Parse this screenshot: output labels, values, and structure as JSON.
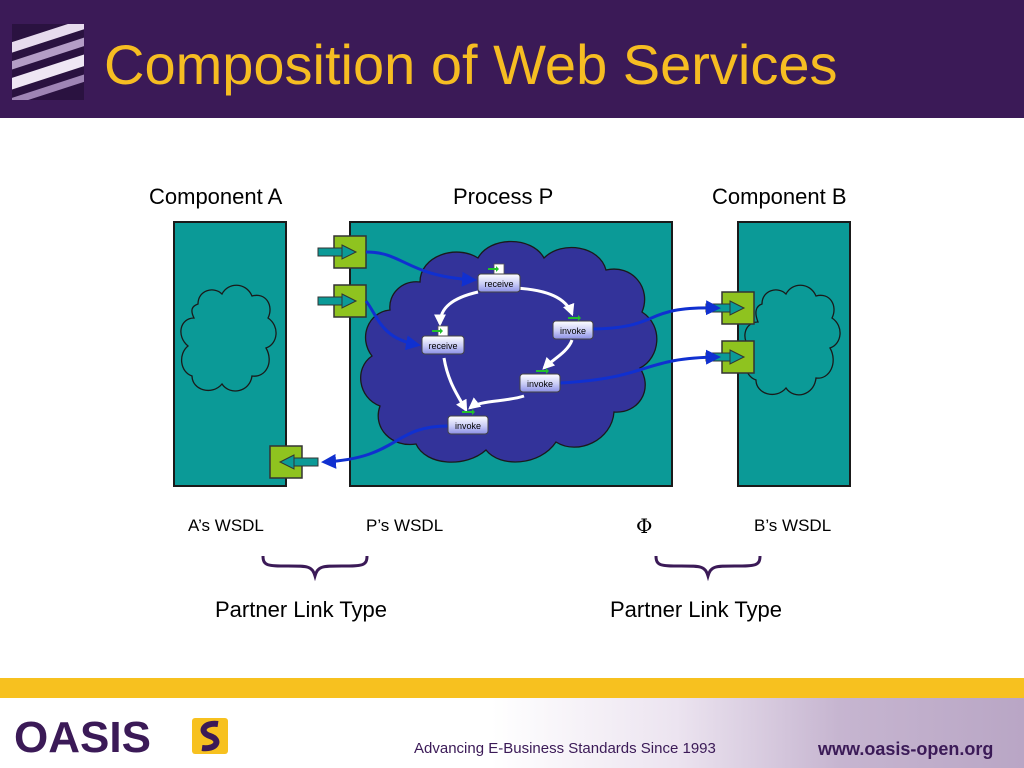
{
  "slide": {
    "title": "Composition of Web Services"
  },
  "diagram": {
    "component_a_label": "Component A",
    "process_p_label": "Process P",
    "component_b_label": "Component B",
    "activities": {
      "receive_1": "receive",
      "invoke_1": "invoke",
      "receive_2": "receive",
      "invoke_2": "invoke",
      "invoke_3": "invoke"
    },
    "wsdl_labels": {
      "a": "A’s WSDL",
      "p": "P’s WSDL",
      "phi": "Φ",
      "b": "B’s WSDL"
    },
    "partner_link_left": "Partner Link Type",
    "partner_link_right": "Partner Link Type"
  },
  "footer": {
    "logo_text": "OASIS",
    "tagline": "Advancing E-Business Standards Since 1993",
    "url": "www.oasis-open.org"
  },
  "colors": {
    "header_bg": "#3b1a57",
    "title": "#f6bd22",
    "teal": "#0b9a97",
    "cloud": "#33339a",
    "port": "#8fc31f",
    "link": "#1030d0",
    "footer_band": "#f7c11f"
  }
}
